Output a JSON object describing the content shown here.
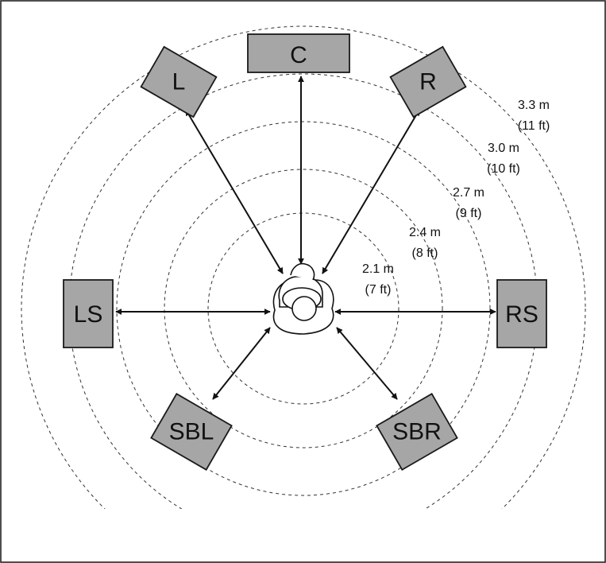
{
  "speakers": {
    "center": "C",
    "front_left": "L",
    "front_right": "R",
    "surround_left": "LS",
    "surround_right": "RS",
    "surround_back_left": "SBL",
    "surround_back_right": "SBR"
  },
  "distances": [
    {
      "m": "2.1 m",
      "ft": "(7 ft)"
    },
    {
      "m": "2.4 m",
      "ft": "(8 ft)"
    },
    {
      "m": "2.7 m",
      "ft": "(9 ft)"
    },
    {
      "m": "3.0 m",
      "ft": "(10 ft)"
    },
    {
      "m": "3.3 m",
      "ft": "(11 ft)"
    }
  ],
  "colors": {
    "speaker_fill": "#a6a6a6",
    "line": "#111111"
  }
}
